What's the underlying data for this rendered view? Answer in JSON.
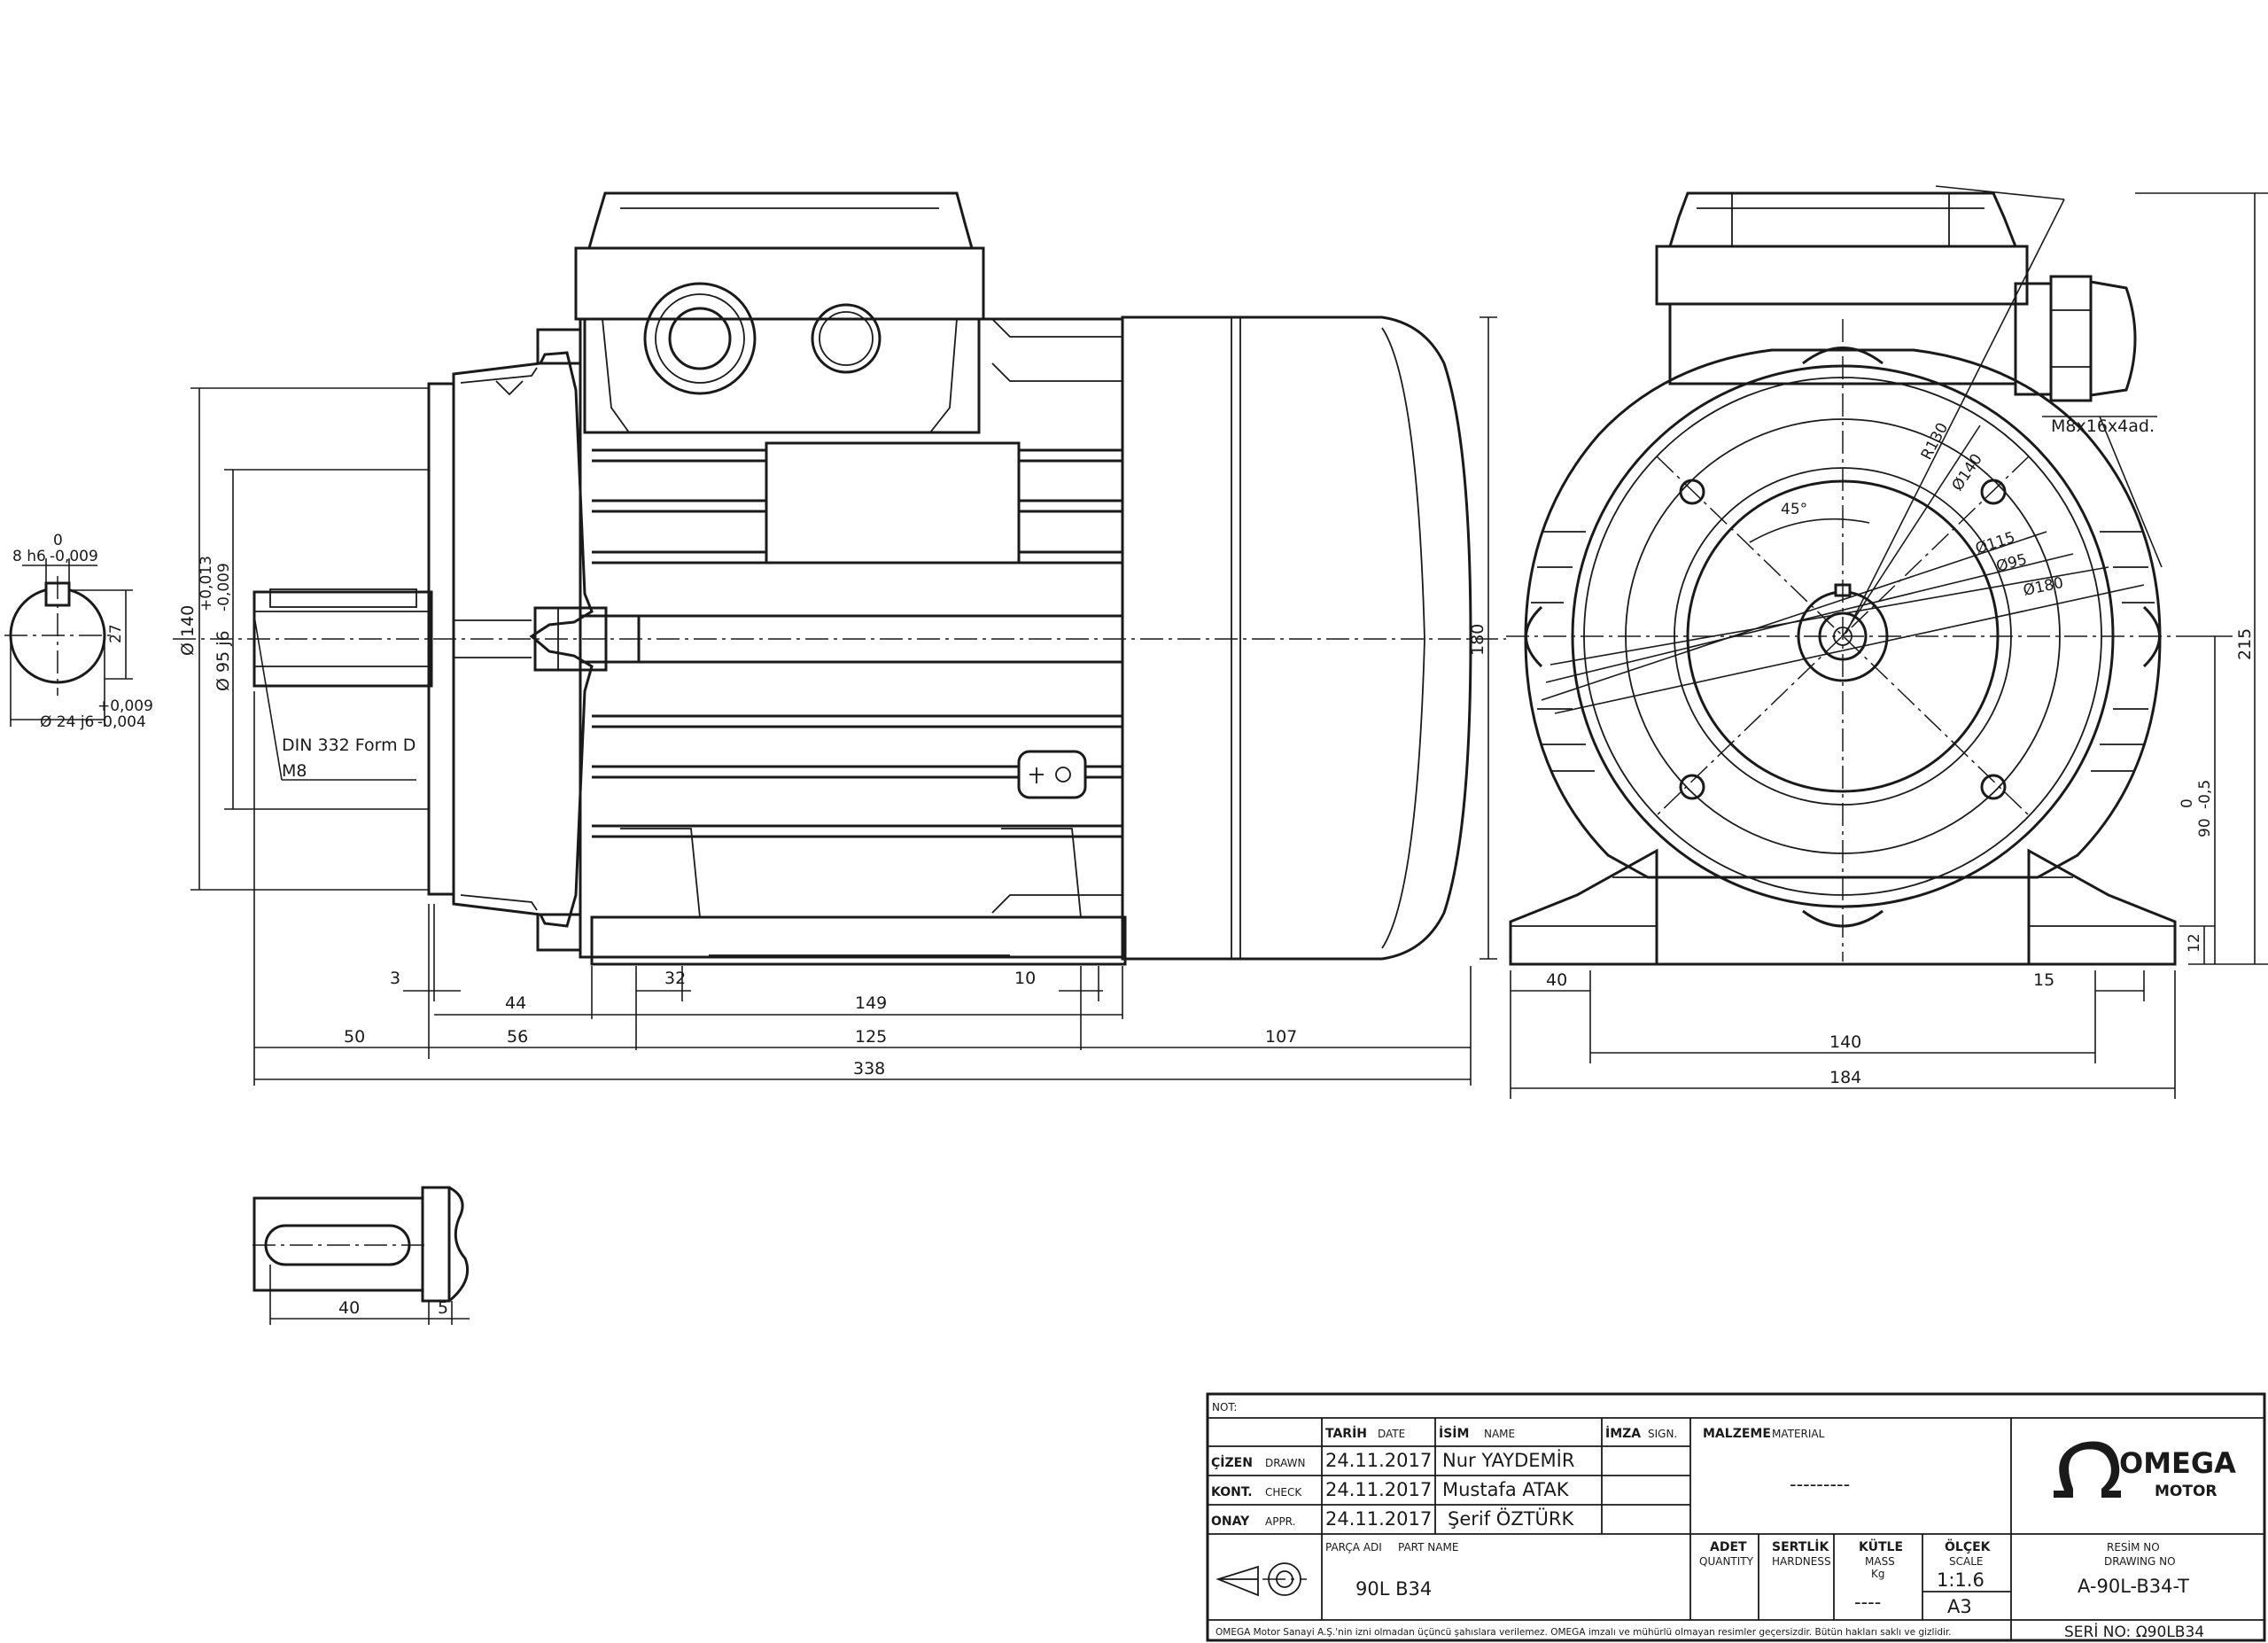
{
  "side_view": {
    "dims_horizontal": {
      "d3": "3",
      "d44": "44",
      "d32": "32",
      "d149": "149",
      "d10": "10",
      "d50": "50",
      "d56": "56",
      "d125": "125",
      "d107": "107",
      "d338": "338"
    },
    "dims_vertical": {
      "flange_dia": "Ø 140",
      "spigot_dia": "Ø 95 j6",
      "spigot_tol_up": "+0,013",
      "spigot_tol_low": "-0,009",
      "height_180": "180"
    },
    "callout_thread": "DIN 332 Form D",
    "callout_thread_size": "M8"
  },
  "shaft_section": {
    "key_tol_top": "0",
    "key_width": "8 h6",
    "key_tol_low": "-0,009",
    "key_height": "27",
    "shaft_dia": "Ø 24 j6",
    "shaft_tol_up": "+0,009",
    "shaft_tol_low": "-0,004"
  },
  "key_detail": {
    "length": "40",
    "offset": "5"
  },
  "end_view": {
    "labels": {
      "r130": "R130",
      "d140": "Ø140",
      "d115": "Ø115",
      "d95": "Ø95",
      "d180": "Ø180",
      "angle": "45°",
      "holes": "M8x16x4ad."
    },
    "dims": {
      "d40": "40",
      "d15": "15",
      "d140": "140",
      "d184": "184",
      "d215": "215",
      "d12": "12",
      "shaft_height": "90",
      "shaft_height_tol_top": "0",
      "shaft_height_tol_low": "-0,5"
    }
  },
  "title_block": {
    "not_label": "NOT:",
    "col_date": "TARİH",
    "col_date_en": "DATE",
    "col_name": "İSİM",
    "col_name_en": "NAME",
    "col_sign": "İMZA",
    "col_sign_en": "SIGN.",
    "material_label": "MALZEME",
    "material_label_en": "MATERIAL",
    "material_value": "---------",
    "rows": [
      {
        "label": "ÇİZEN",
        "label_en": "DRAWN",
        "date": "24.11.2017",
        "name": "Nur YAYDEMİR"
      },
      {
        "label": "KONT.",
        "label_en": "CHECK",
        "date": "24.11.2017",
        "name": "Mustafa ATAK"
      },
      {
        "label": "ONAY",
        "label_en": "APPR.",
        "date": "24.11.2017",
        "name": "Şerif ÖZTÜRK"
      }
    ],
    "part_name_label": "PARÇA ADI",
    "part_name_label_en": "PART NAME",
    "part_name": "90L B34",
    "qty_label": "ADET",
    "qty_label_en": "QUANTITY",
    "hardness_label": "SERTLİK",
    "hardness_label_en": "HARDNESS",
    "mass_label": "KÜTLE",
    "mass_label_en": "MASS",
    "mass_unit": "Kg",
    "mass_value": "----",
    "scale_label": "ÖLÇEK",
    "scale_label_en": "SCALE",
    "scale_value": "1:1.6",
    "sheet_size": "A3",
    "drawing_no_label": "RESİM NO",
    "drawing_no_label_en": "DRAWING NO",
    "drawing_no": "A-90L-B34-T",
    "serial": "SERİ NO: Ω90LB34",
    "logo_word": "OMEGA",
    "logo_sub": "MOTOR",
    "footer": "OMEGA Motor Sanayi A.Ş.'nin izni olmadan üçüncü şahıslara verilemez. OMEGA imzalı ve mühürlü olmayan resimler geçersizdir. Bütün hakları saklı ve gizlidir."
  }
}
